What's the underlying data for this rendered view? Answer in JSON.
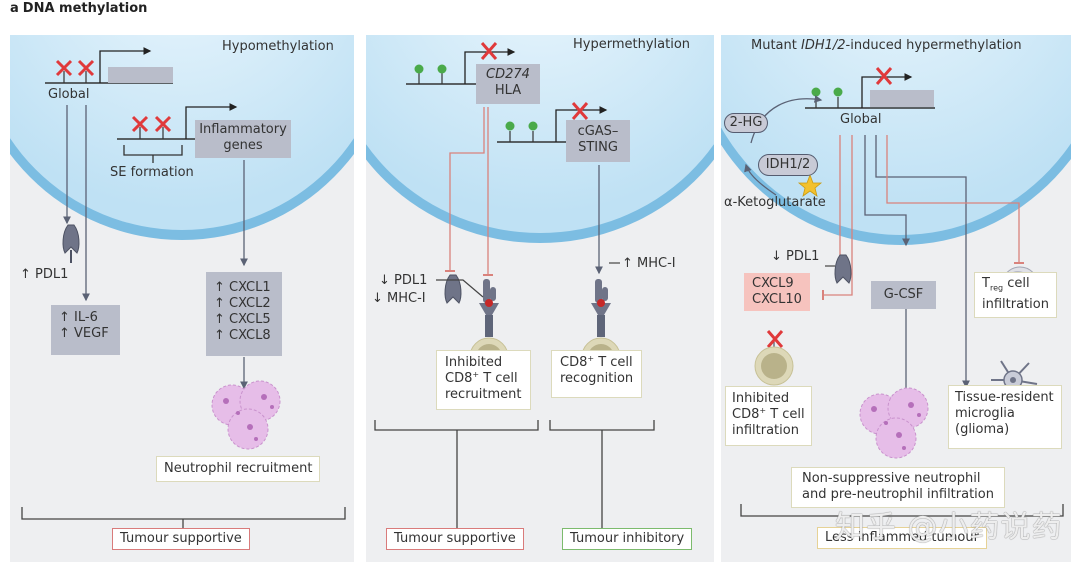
{
  "figure": {
    "panel_letter": "a",
    "title": "DNA methylation"
  },
  "panel1": {
    "heading": "Hypomethylation",
    "global_label": "Global",
    "se_label": "SE formation",
    "inflammatory_genes": [
      "Inflammatory",
      "genes"
    ],
    "pdl1_label": "↑ PDL1",
    "il6_vegf": [
      "↑ IL-6",
      "↑ VEGF"
    ],
    "cxcl_list": [
      "↑ CXCL1",
      "↑ CXCL2",
      "↑ CXCL5",
      "↑ CXCL8"
    ],
    "neutrophil_label": "Neutrophil recruitment",
    "outcome": "Tumour supportive"
  },
  "panel2": {
    "heading": "Hypermethylation",
    "gene1": [
      "CD274",
      "HLA"
    ],
    "gene2": [
      "cGAS–",
      "STING"
    ],
    "pdl1_label": "↓ PDL1",
    "mhc_down_label": "↓ MHC-I",
    "mhc_up_label": "↑ MHC-I",
    "inhibited_box": [
      "Inhibited",
      "CD8",
      "+",
      " T cell",
      "recruitment"
    ],
    "recognition_box": [
      "CD8",
      "+",
      " T cell",
      "recognition"
    ],
    "outcome_left": "Tumour supportive",
    "outcome_right": "Tumour inhibitory"
  },
  "panel3": {
    "heading_prefix": "Mutant ",
    "heading_italic": "IDH1/2",
    "heading_suffix": "-induced hypermethylation",
    "hg_label": "2-HG",
    "idh_label": "IDH1/2",
    "akg_label": "α-Ketoglutarate",
    "global_label": "Global",
    "pdl1_label": "↓ PDL1",
    "cxcl_box": [
      "CXCL9",
      "CXCL10"
    ],
    "gcsf_label": "G-CSF",
    "treg_box": [
      "T",
      "reg",
      " cell",
      "infiltration"
    ],
    "inhibited_box": [
      "Inhibited",
      "CD8",
      "+",
      " T cell",
      "infiltration"
    ],
    "microglia_box": [
      "Tissue-resident",
      "microglia",
      "(glioma)"
    ],
    "neutrophil_box": [
      "Non-suppressive neutrophil",
      "and pre-neutrophil infiltration"
    ],
    "outcome": "Less inflammed tumour"
  },
  "watermark": "知乎 @小药说药",
  "colors": {
    "panel_bg": "#eeeff1",
    "nucleus": "#c9e6f6",
    "membrane": "#6fb7df",
    "gene_box": "#b9bdca",
    "red_x": "#e0393b",
    "methyl_green": "#4aaa4a",
    "inhibit_line": "#d9827c",
    "supportive_border": "#d97b7b",
    "inhibitory_border": "#7cbb6d",
    "less_inflamed_border": "#e6d296",
    "neutrophil": "#e3b8e6",
    "tcell": "#d9d4b0"
  }
}
